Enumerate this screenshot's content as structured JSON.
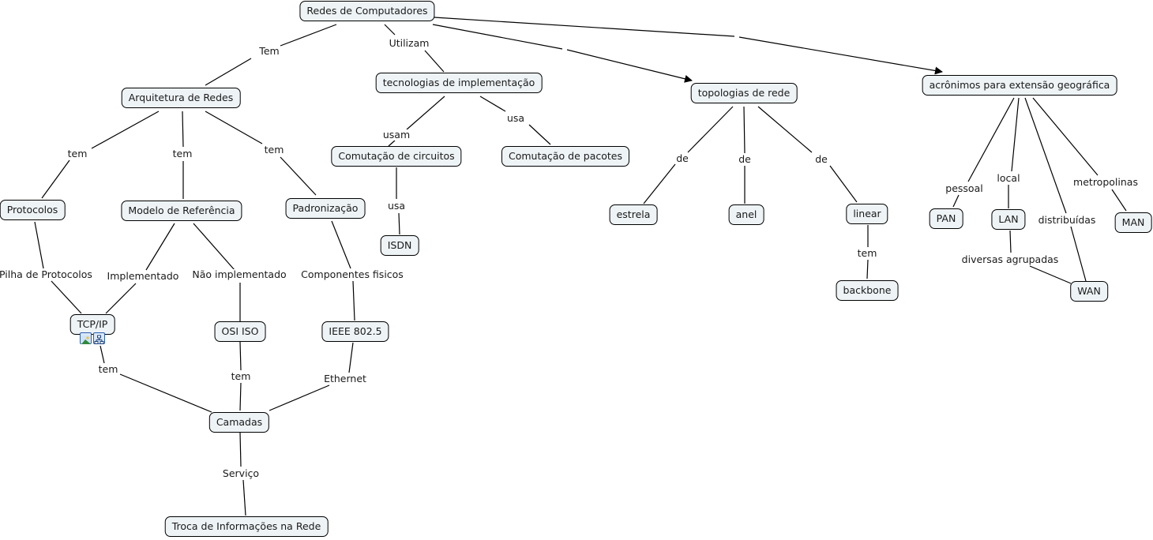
{
  "concepts": {
    "root": "Redes de Computadores",
    "arquitetura": "Arquitetura de Redes",
    "tecnologias": "tecnologias de implementação",
    "topologias": "topologias de rede",
    "acronimos": "acrônimos para extensão geográfica",
    "protocolos": "Protocolos",
    "modelo": "Modelo de Referência",
    "padronizacao": "Padronização",
    "circuitos": "Comutação de circuitos",
    "pacotes": "Comutação de pacotes",
    "isdn": "ISDN",
    "tcpip": "TCP/IP",
    "osi": "OSI ISO",
    "ieee": "IEEE 802.5",
    "camadas": "Camadas",
    "troca": "Troca de Informações na Rede",
    "estrela": "estrela",
    "anel": "anel",
    "linear": "linear",
    "backbone": "backbone",
    "pan": "PAN",
    "lan": "LAN",
    "man": "MAN",
    "wan": "WAN"
  },
  "links": {
    "tem_root": "Tem",
    "utilizam": "Utilizam",
    "tem1": "tem",
    "tem2": "tem",
    "tem3": "tem",
    "usam": "usam",
    "usa_pacotes": "usa",
    "usa_isdn": "usa",
    "pilha": "Pilha de Protocolos",
    "implementado": "Implementado",
    "nao_implementado": "Não implementado",
    "componentes": "Componentes fisicos",
    "tem_tcp": "tem",
    "tem_osi": "tem",
    "ethernet": "Ethernet",
    "servico": "Serviço",
    "de1": "de",
    "de2": "de",
    "de3": "de",
    "tem_linear": "tem",
    "pessoal": "pessoal",
    "local": "local",
    "distribuidas": "distribuídas",
    "metropolinas": "metropolinas",
    "diversas": "diversas agrupadas"
  },
  "resource_icons": [
    "image-icon",
    "concept-map-icon"
  ]
}
